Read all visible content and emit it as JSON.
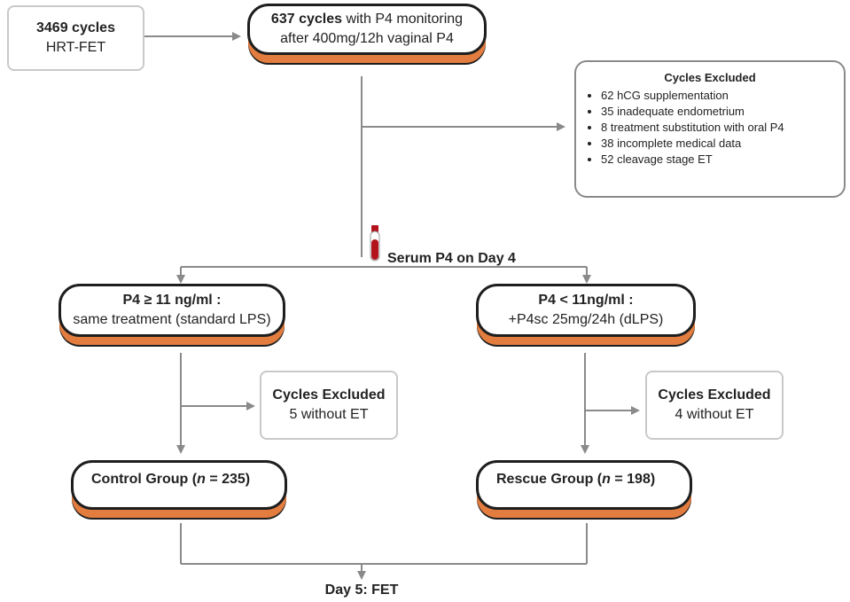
{
  "start": {
    "count": "3469 cycles",
    "type": "HRT-FET"
  },
  "monitoring": {
    "count_bold": "637 cycles",
    "rest": " with P4 monitoring",
    "line2": "after 400mg/12h vaginal P4"
  },
  "excluded_main": {
    "title": "Cycles Excluded",
    "items": [
      "62 hCG supplementation",
      "35 inadequate endometrium",
      "8 treatment substitution with oral P4",
      "38 incomplete medical data",
      "52 cleavage stage ET"
    ]
  },
  "serum": {
    "label": "Serum P4 on Day 4",
    "icon": "blood-tube-icon",
    "tube_color": "#b3131b"
  },
  "left_branch": {
    "title": "P4 ≥ 11 ng/ml :",
    "detail": "same treatment (standard LPS)"
  },
  "right_branch": {
    "title": "P4 < 11ng/ml :",
    "detail": "+P4sc 25mg/24h (dLPS)"
  },
  "left_excluded": {
    "title": "Cycles Excluded",
    "detail": "5 without ET"
  },
  "right_excluded": {
    "title": "Cycles Excluded",
    "detail": "4 without ET"
  },
  "control_group": {
    "label": "Control Group (",
    "n": "n",
    "value": " = 235)"
  },
  "rescue_group": {
    "label": "Rescue Group (",
    "n": "n",
    "value": " = 198)"
  },
  "final": {
    "label": "Day 5: FET"
  },
  "colors": {
    "accent": "#e27d3f",
    "outline": "#1e1e1e",
    "connector": "#8a8a8a",
    "box_border": "#c9c9c9"
  }
}
